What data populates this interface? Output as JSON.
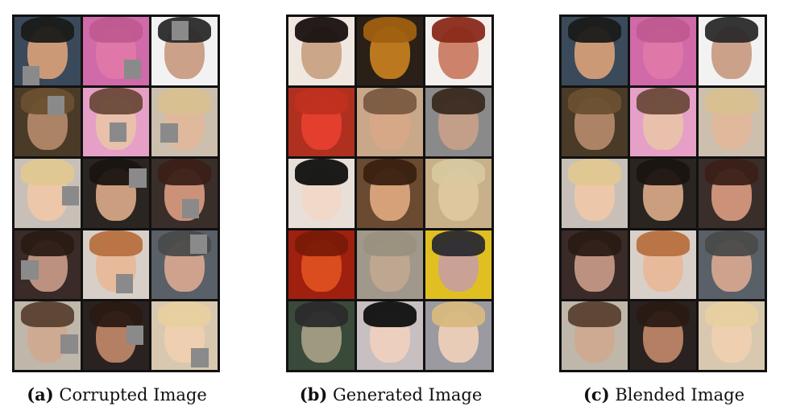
{
  "panels": [
    {
      "id": "a",
      "label": "(a)",
      "title": "Corrupted Image",
      "has_masks": true
    },
    {
      "id": "b",
      "label": "(b)",
      "title": "Generated Image",
      "has_masks": false
    },
    {
      "id": "c",
      "label": "(c)",
      "title": "Blended Image",
      "has_masks": false
    }
  ],
  "colors": {
    "mask_gray": "#8a8a8a",
    "grid_border": "#111111"
  }
}
